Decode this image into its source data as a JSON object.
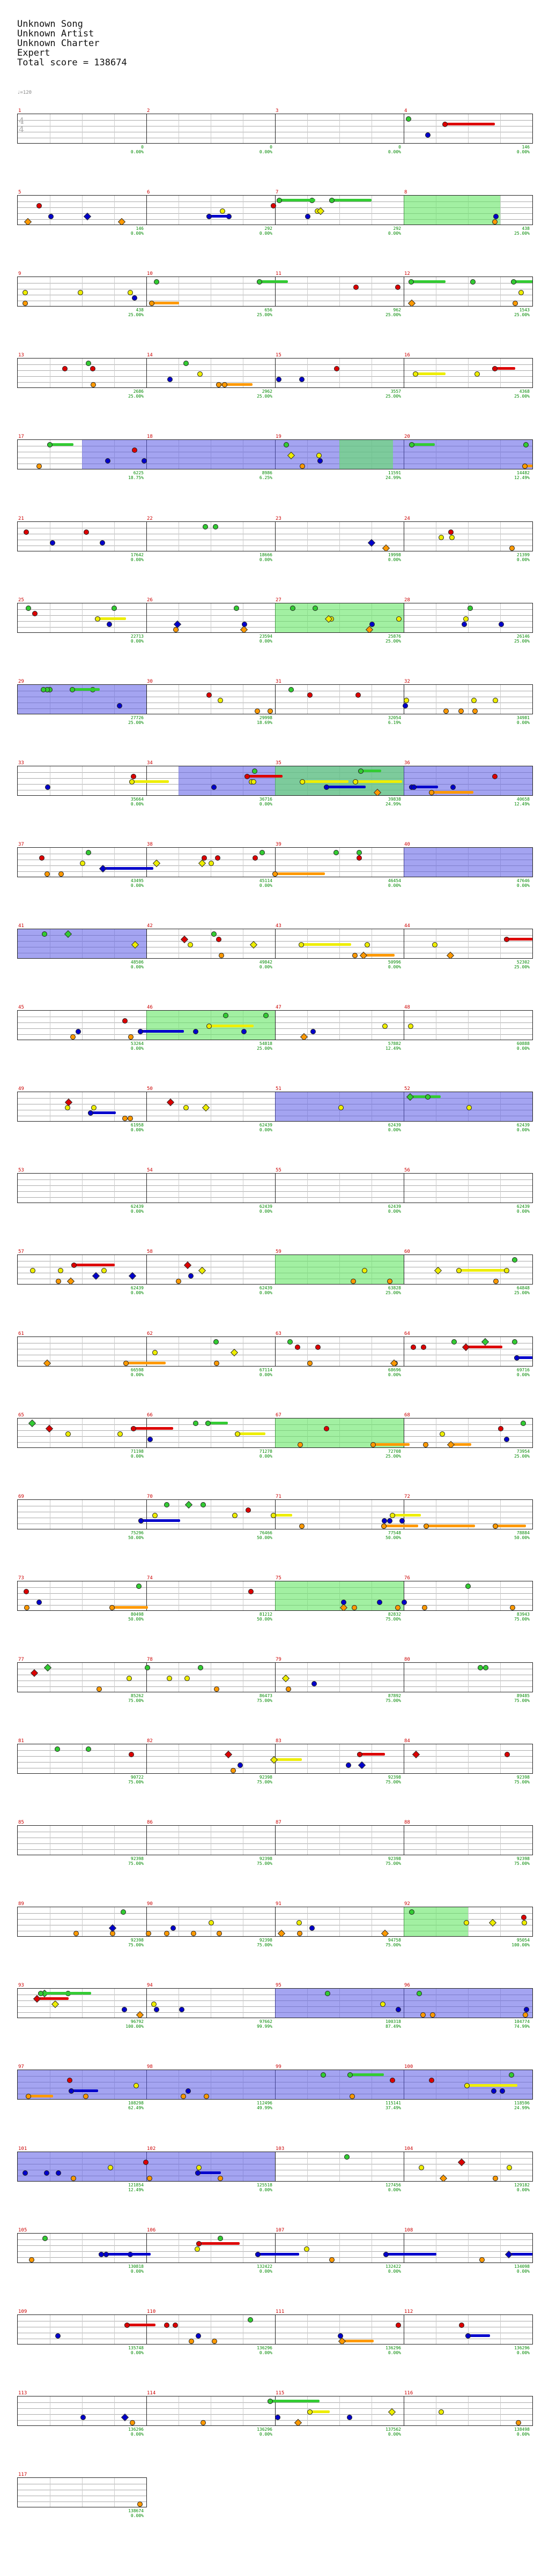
{
  "header": {
    "song": "Unknown Song",
    "artist": "Unknown Artist",
    "charter": "Unknown Charter",
    "difficulty": "Expert",
    "total_score": "Total score = 138674"
  },
  "bpm": "♩=120",
  "time_signature": {
    "top": "4",
    "bottom": "4"
  },
  "colors": {
    "green": "#33cc33",
    "red": "#dd0000",
    "yellow": "#eeee00",
    "blue": "#0000cc",
    "orange": "#ff9900",
    "sp_fill": "#7070ee",
    "solo_fill": "#77ee77"
  },
  "rows": [
    {
      "m": [
        1,
        2,
        3,
        4
      ],
      "scores": [
        "0",
        "0",
        "0",
        "146"
      ],
      "pcts": [
        "0.00%",
        "0.00%",
        "0.00%",
        "0.00%"
      ]
    },
    {
      "m": [
        5,
        6,
        7,
        8
      ],
      "scores": [
        "146",
        "292",
        "292",
        "438"
      ],
      "pcts": [
        "0.00%",
        "0.00%",
        "0.00%",
        "25.00%"
      ]
    },
    {
      "m": [
        9,
        10,
        11,
        12
      ],
      "scores": [
        "438",
        "656",
        "962",
        "1543"
      ],
      "pcts": [
        "25.00%",
        "25.00%",
        "25.00%",
        "25.00%"
      ]
    },
    {
      "m": [
        13,
        14,
        15,
        16
      ],
      "scores": [
        "2686",
        "2962",
        "3557",
        "4368"
      ],
      "pcts": [
        "25.00%",
        "25.00%",
        "25.00%",
        "25.00%"
      ]
    },
    {
      "m": [
        17,
        18,
        19,
        20
      ],
      "scores": [
        "6225",
        "8986",
        "11591",
        "14482"
      ],
      "pcts": [
        "18.75%",
        "6.25%",
        "24.99%",
        "12.49%"
      ]
    },
    {
      "m": [
        21,
        22,
        23,
        24
      ],
      "scores": [
        "17642",
        "18666",
        "19998",
        "21399"
      ],
      "pcts": [
        "0.00%",
        "0.00%",
        "0.00%",
        "0.00%"
      ]
    },
    {
      "m": [
        25,
        26,
        27,
        28
      ],
      "scores": [
        "22713",
        "23594",
        "25876",
        "26146"
      ],
      "pcts": [
        "0.00%",
        "0.00%",
        "25.00%",
        "25.00%"
      ]
    },
    {
      "m": [
        29,
        30,
        31,
        32
      ],
      "scores": [
        "27726",
        "29998",
        "32054",
        "34981"
      ],
      "pcts": [
        "25.00%",
        "18.69%",
        "6.19%",
        "0.00%"
      ]
    },
    {
      "m": [
        33,
        34,
        35,
        36
      ],
      "scores": [
        "35664",
        "36716",
        "39838",
        "40658"
      ],
      "pcts": [
        "0.00%",
        "0.00%",
        "24.99%",
        "12.49%"
      ]
    },
    {
      "m": [
        37,
        38,
        39,
        40
      ],
      "scores": [
        "43495",
        "45114",
        "46454",
        "47646"
      ],
      "pcts": [
        "0.00%",
        "0.00%",
        "0.00%",
        "0.00%"
      ]
    },
    {
      "m": [
        41,
        42,
        43,
        44
      ],
      "scores": [
        "48506",
        "49842",
        "50996",
        "52302"
      ],
      "pcts": [
        "0.00%",
        "0.00%",
        "0.00%",
        "25.00%"
      ]
    },
    {
      "m": [
        45,
        46,
        47,
        48
      ],
      "scores": [
        "53264",
        "54818",
        "57882",
        "60888"
      ],
      "pcts": [
        "0.00%",
        "25.00%",
        "12.49%",
        "0.00%"
      ]
    },
    {
      "m": [
        49,
        50,
        51,
        52
      ],
      "scores": [
        "61958",
        "62439",
        "62439",
        "62439"
      ],
      "pcts": [
        "0.00%",
        "0.00%",
        "0.00%",
        "0.00%"
      ]
    },
    {
      "m": [
        53,
        54,
        55,
        56
      ],
      "scores": [
        "62439",
        "62439",
        "62439",
        "62439"
      ],
      "pcts": [
        "0.00%",
        "0.00%",
        "0.00%",
        "0.00%"
      ]
    },
    {
      "m": [
        57,
        58,
        59,
        60
      ],
      "scores": [
        "62439",
        "62439",
        "63828",
        "64848"
      ],
      "pcts": [
        "0.00%",
        "0.00%",
        "25.00%",
        "25.00%"
      ]
    },
    {
      "m": [
        61,
        62,
        63,
        64
      ],
      "scores": [
        "66598",
        "67114",
        "68696",
        "69716"
      ],
      "pcts": [
        "0.00%",
        "0.00%",
        "0.00%",
        "0.00%"
      ]
    },
    {
      "m": [
        65,
        66,
        67,
        68
      ],
      "scores": [
        "71198",
        "71278",
        "72708",
        "73954"
      ],
      "pcts": [
        "0.00%",
        "0.00%",
        "25.00%",
        "25.00%"
      ]
    },
    {
      "m": [
        69,
        70,
        71,
        72
      ],
      "scores": [
        "75296",
        "76466",
        "77548",
        "78884"
      ],
      "pcts": [
        "50.00%",
        "50.00%",
        "50.00%",
        "50.00%"
      ]
    },
    {
      "m": [
        73,
        74,
        75,
        76
      ],
      "scores": [
        "80498",
        "81212",
        "82832",
        "83943"
      ],
      "pcts": [
        "50.00%",
        "50.00%",
        "75.00%",
        "75.00%"
      ]
    },
    {
      "m": [
        77,
        78,
        79,
        80
      ],
      "scores": [
        "85262",
        "86473",
        "87892",
        "89485"
      ],
      "pcts": [
        "75.00%",
        "75.00%",
        "75.00%",
        "75.00%"
      ]
    },
    {
      "m": [
        81,
        82,
        83,
        84
      ],
      "scores": [
        "90722",
        "92398",
        "92398",
        "92398"
      ],
      "pcts": [
        "75.00%",
        "75.00%",
        "75.00%",
        "75.00%"
      ]
    },
    {
      "m": [
        85,
        86,
        87,
        88
      ],
      "scores": [
        "92398",
        "92398",
        "92398",
        "92398"
      ],
      "pcts": [
        "75.00%",
        "75.00%",
        "75.00%",
        "75.00%"
      ]
    },
    {
      "m": [
        89,
        90,
        91,
        92
      ],
      "scores": [
        "92398",
        "92398",
        "94758",
        "95054"
      ],
      "pcts": [
        "75.00%",
        "75.00%",
        "75.00%",
        "100.00%"
      ]
    },
    {
      "m": [
        93,
        94,
        95,
        96
      ],
      "scores": [
        "96792",
        "97662",
        "100318",
        "104774"
      ],
      "pcts": [
        "100.00%",
        "99.99%",
        "87.49%",
        "74.99%"
      ]
    },
    {
      "m": [
        97,
        98,
        99,
        100
      ],
      "scores": [
        "108298",
        "112496",
        "115141",
        "118596"
      ],
      "pcts": [
        "62.49%",
        "49.99%",
        "37.49%",
        "24.99%"
      ]
    },
    {
      "m": [
        101,
        102,
        103,
        104
      ],
      "scores": [
        "121854",
        "125518",
        "127456",
        "129182"
      ],
      "pcts": [
        "12.49%",
        "0.00%",
        "0.00%",
        "0.00%"
      ]
    },
    {
      "m": [
        105,
        106,
        107,
        108
      ],
      "scores": [
        "130818",
        "132422",
        "132422",
        "134098"
      ],
      "pcts": [
        "0.00%",
        "0.00%",
        "0.00%",
        "0.00%"
      ]
    },
    {
      "m": [
        109,
        110,
        111,
        112
      ],
      "scores": [
        "135748",
        "136296",
        "136296",
        "136296"
      ],
      "pcts": [
        "0.00%",
        "0.00%",
        "0.00%",
        "0.00%"
      ]
    },
    {
      "m": [
        113,
        114,
        115,
        116
      ],
      "scores": [
        "136296",
        "136296",
        "137562",
        "138498"
      ],
      "pcts": [
        "0.00%",
        "0.00%",
        "0.00%",
        "0.00%"
      ]
    },
    {
      "m": [
        117
      ],
      "scores": [
        "138674"
      ],
      "pcts": [
        "0.00%"
      ]
    }
  ]
}
